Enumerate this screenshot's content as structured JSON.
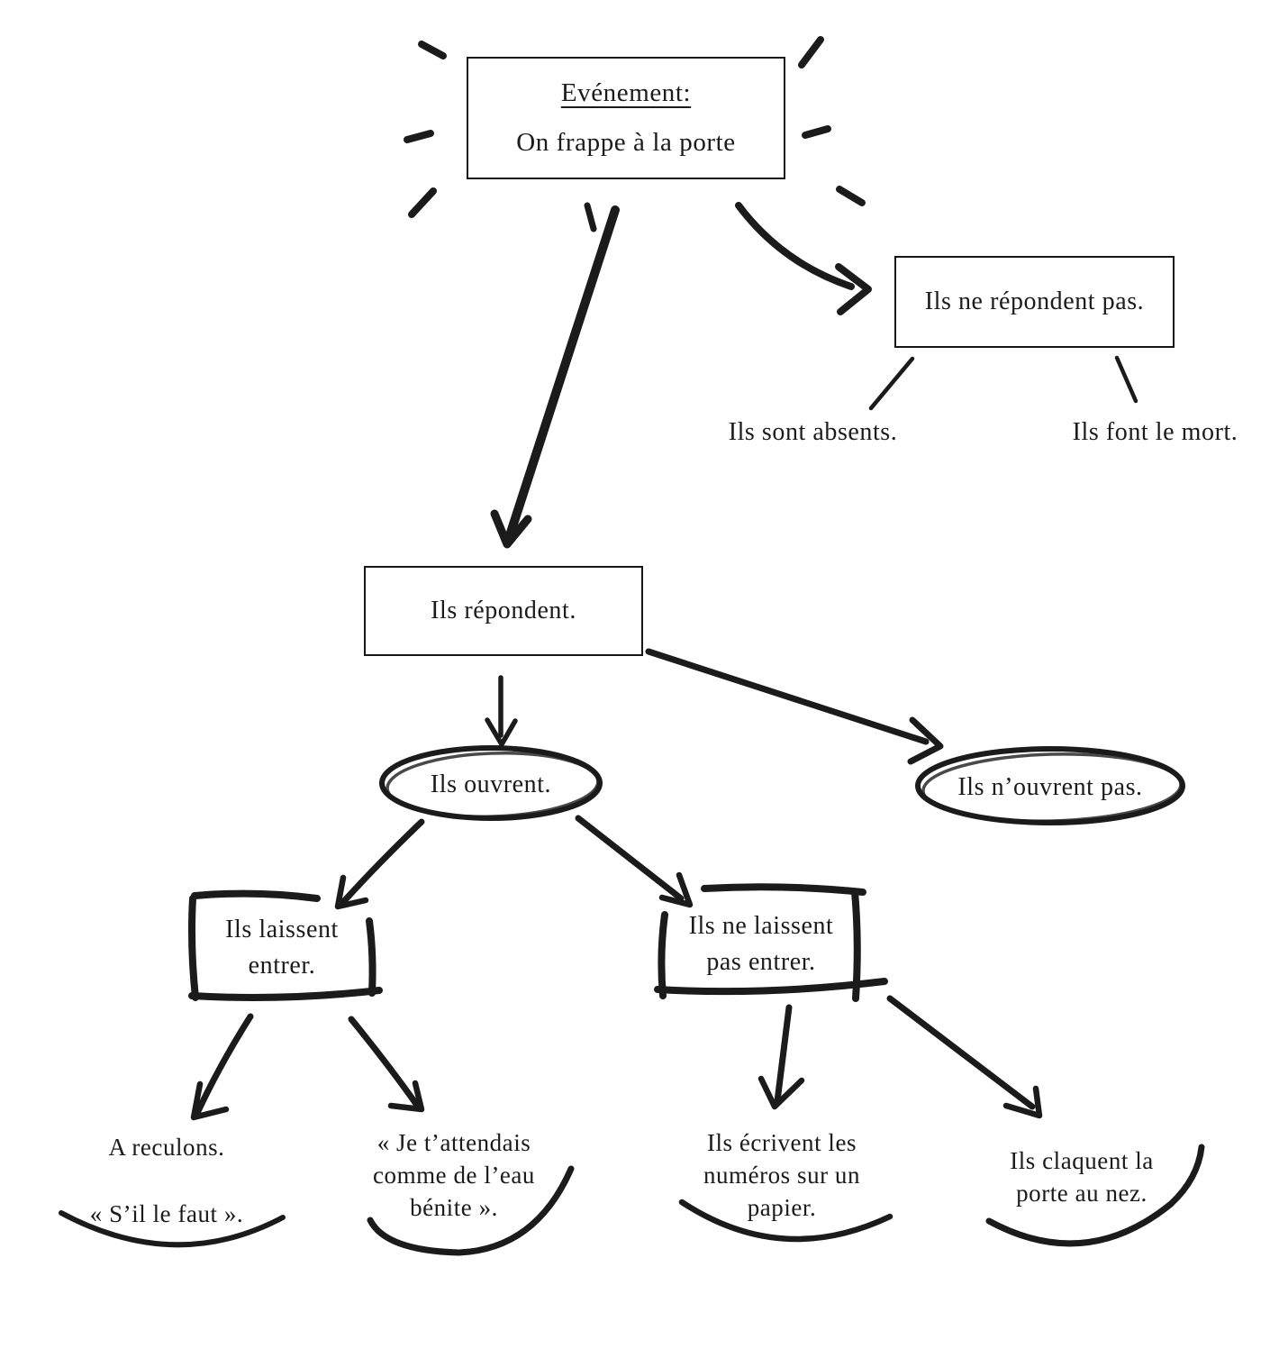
{
  "palette": {
    "ink": "#1b1b1b",
    "background": "#ffffff"
  },
  "diagram": {
    "event": {
      "title": "Evénement:",
      "subtitle": "On frappe à la porte"
    },
    "no_answer": {
      "label": "Ils ne répondent pas."
    },
    "no_answer_reasons": [
      {
        "label": "Ils sont absents."
      },
      {
        "label": "Ils font le mort."
      }
    ],
    "answer": {
      "label": "Ils répondent."
    },
    "open": {
      "label": "Ils ouvrent."
    },
    "not_open": {
      "label": "Ils n’ouvrent pas."
    },
    "let_in": {
      "line1": "Ils laissent",
      "line2": "entrer."
    },
    "not_let_in": {
      "line1": "Ils ne laissent",
      "line2": "pas entrer."
    },
    "leaves": [
      {
        "lines": [
          "A reculons.",
          "« S’il le faut »."
        ]
      },
      {
        "lines": [
          "« Je t’attendais",
          "comme de l’eau",
          "bénite »."
        ]
      },
      {
        "lines": [
          "Ils écrivent les",
          "numéros sur un",
          "papier."
        ]
      },
      {
        "lines": [
          "Ils claquent la",
          "porte au nez."
        ]
      }
    ]
  }
}
